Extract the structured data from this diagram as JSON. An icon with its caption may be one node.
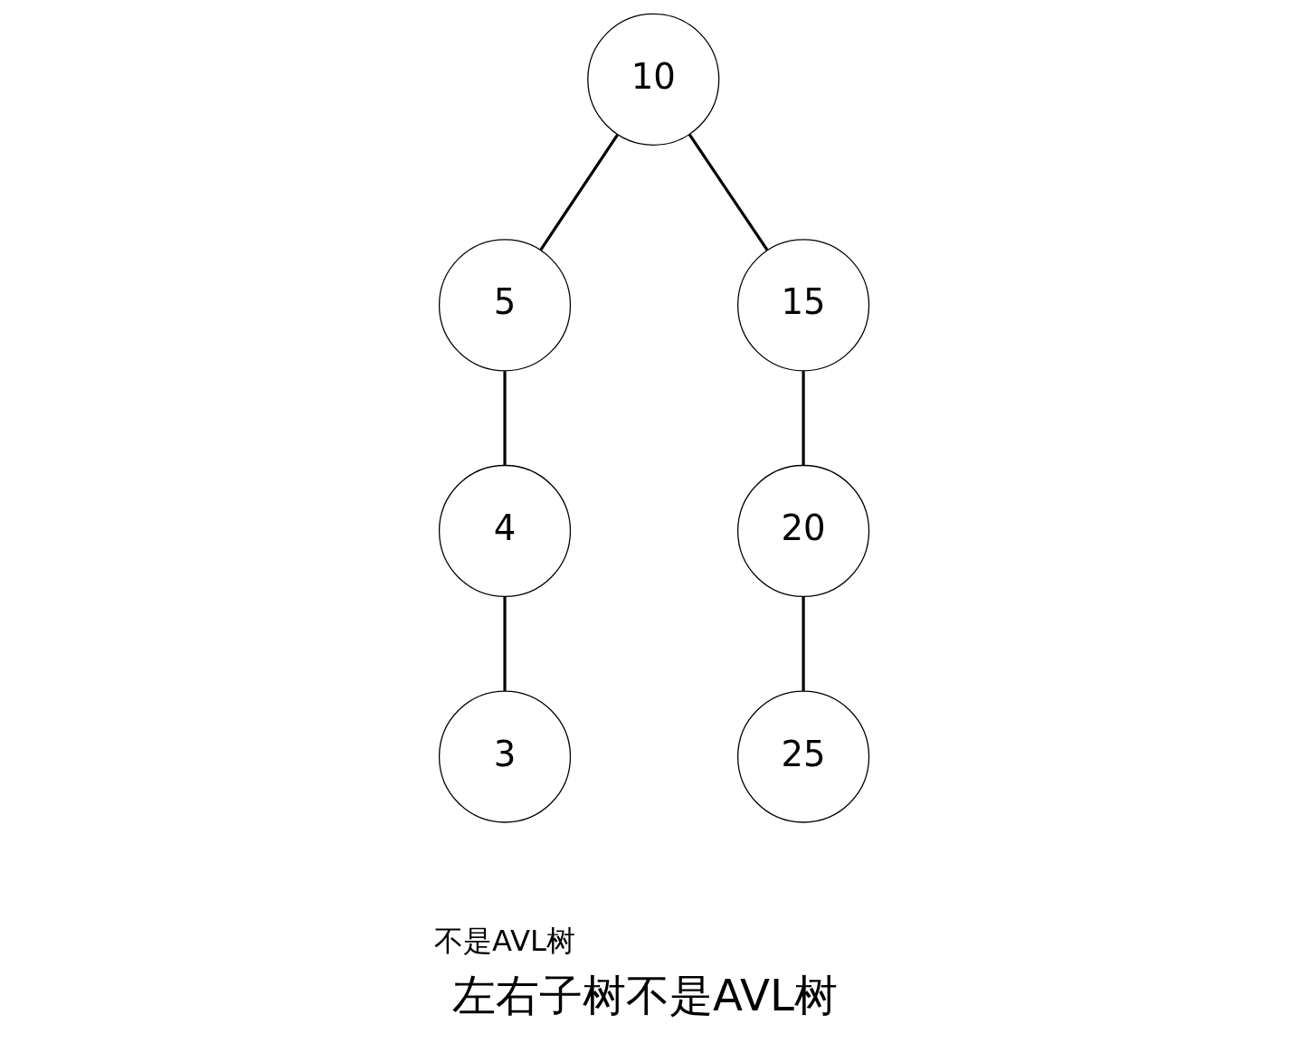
{
  "diagram": {
    "caption": "左右子树不是AVL树",
    "nodes": [
      {
        "text": [
          "10"
        ]
      },
      {
        "text": [
          "5"
        ]
      },
      {
        "text": [
          "15"
        ]
      },
      {
        "text": [
          "4"
        ]
      },
      {
        "text": [
          "20"
        ]
      },
      {
        "text": [
          "3"
        ]
      },
      {
        "text": [
          "25"
        ]
      }
    ],
    "edges": [
      {
        "from": 0,
        "to": 1,
        "arrow": "none"
      },
      {
        "from": 0,
        "to": 2,
        "arrow": "none"
      },
      {
        "from": 1,
        "to": 3,
        "arrow": "none"
      },
      {
        "from": 2,
        "to": 4,
        "arrow": "none"
      },
      {
        "from": 3,
        "to": 5,
        "arrow": "none"
      },
      {
        "from": 4,
        "to": 6,
        "arrow": "none"
      }
    ],
    "labels": [
      "不是AVL树"
    ]
  }
}
